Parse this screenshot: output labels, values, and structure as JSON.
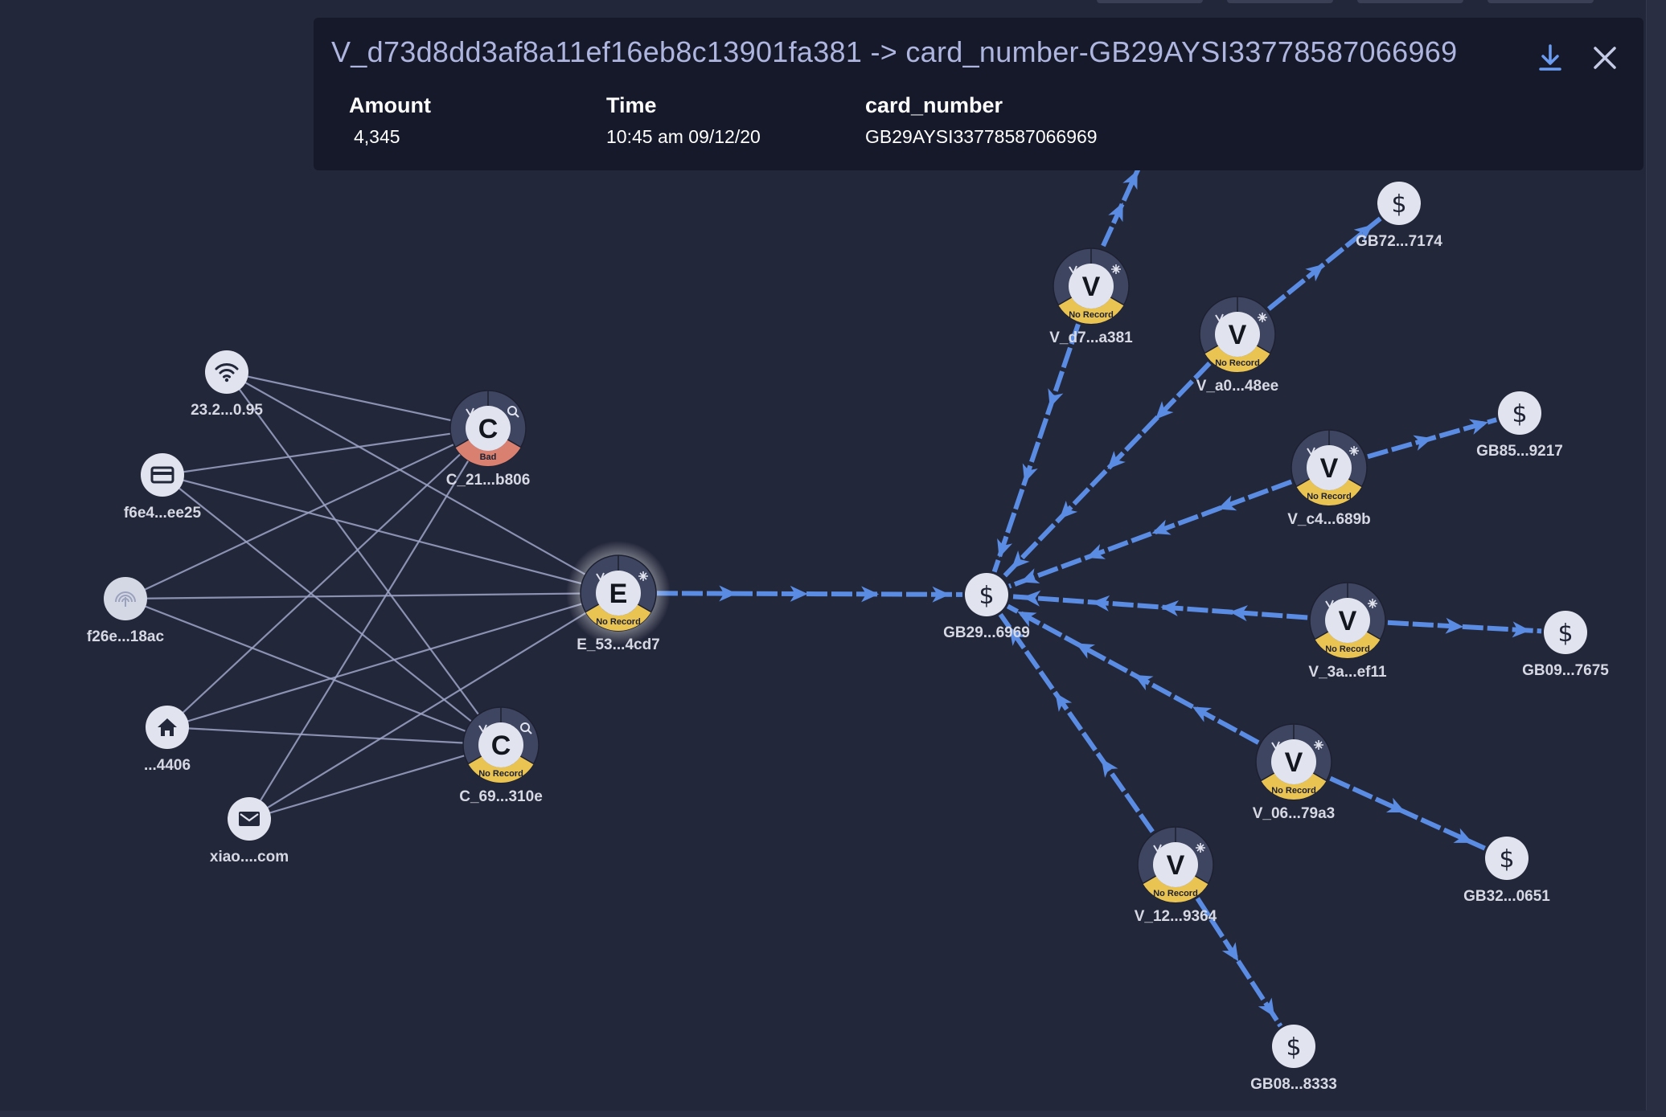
{
  "colors": {
    "background": "#23273a",
    "panel": "#151929",
    "flow_edge": "#5b8ce3",
    "link_edge": "#9ea4c7",
    "node_fill": "#e1e3ee",
    "status_bad": "#d98070",
    "status_no_record": "#eac452",
    "accent": "#6b9cf0"
  },
  "panel": {
    "title": "V_d73d8dd3af8a11ef16eb8c13901fa381 -> card_number-GB29AYSI33778587066969",
    "download_icon": "download-icon",
    "close_icon": "close-icon",
    "fields": [
      {
        "label": "Amount",
        "value": "4,345"
      },
      {
        "label": "Time",
        "value": "10:45 am 09/12/20"
      },
      {
        "label": "card_number",
        "value": "GB29AYSI33778587066969"
      }
    ]
  },
  "graph": {
    "attribute_nodes": [
      {
        "id": "ip",
        "icon": "wifi-icon",
        "label": "23.2...0.95"
      },
      {
        "id": "card",
        "icon": "credit-card-icon",
        "label": "f6e4...ee25"
      },
      {
        "id": "fingerprint",
        "icon": "fingerprint-icon",
        "label": "f26e...18ac"
      },
      {
        "id": "address",
        "icon": "home-icon",
        "label": "...4406"
      },
      {
        "id": "email",
        "icon": "mail-icon",
        "label": "xiao....com"
      }
    ],
    "entity_nodes": [
      {
        "id": "c1",
        "letter": "C",
        "status": "Bad",
        "label": "C_21...b806"
      },
      {
        "id": "c2",
        "letter": "C",
        "status": "No Record",
        "label": "C_69...310e"
      },
      {
        "id": "e1",
        "letter": "E",
        "status": "No Record",
        "label": "E_53...4cd7"
      }
    ],
    "hub_node": {
      "id": "gb29",
      "icon": "dollar-icon",
      "symbol": "$",
      "label": "GB29...6969"
    },
    "vendor_nodes": [
      {
        "id": "vd7",
        "letter": "V",
        "status": "No Record",
        "label": "V_d7...a381"
      },
      {
        "id": "va0",
        "letter": "V",
        "status": "No Record",
        "label": "V_a0...48ee"
      },
      {
        "id": "vc4",
        "letter": "V",
        "status": "No Record",
        "label": "V_c4...689b"
      },
      {
        "id": "v3a",
        "letter": "V",
        "status": "No Record",
        "label": "V_3a...ef11"
      },
      {
        "id": "v06",
        "letter": "V",
        "status": "No Record",
        "label": "V_06...79a3"
      },
      {
        "id": "v12",
        "letter": "V",
        "status": "No Record",
        "label": "V_12...9364"
      }
    ],
    "card_nodes": [
      {
        "id": "gb72",
        "symbol": "$",
        "label": "GB72...7174"
      },
      {
        "id": "gb85",
        "symbol": "$",
        "label": "GB85...9217"
      },
      {
        "id": "gb09",
        "symbol": "$",
        "label": "GB09...7675"
      },
      {
        "id": "gb32",
        "symbol": "$",
        "label": "GB32...0651"
      },
      {
        "id": "gb08",
        "symbol": "$",
        "label": "GB08...8333"
      }
    ]
  }
}
